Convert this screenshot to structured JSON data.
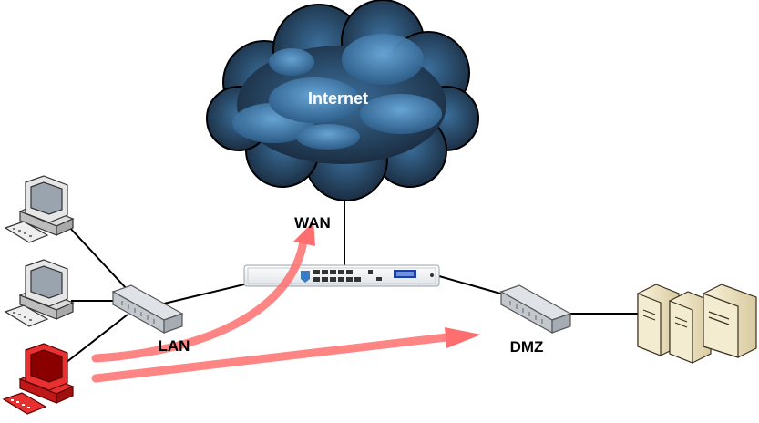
{
  "labels": {
    "internet": "Internet",
    "wan": "WAN",
    "lan": "LAN",
    "dmz": "DMZ"
  },
  "colors": {
    "cloud_dark": "#1c2c3c",
    "cloud_light": "#4a8cc4",
    "attacker_pc": "#e01010",
    "arrow": "#ff7a7a",
    "server_body": "#f0e6c8",
    "line": "#000000"
  },
  "icons": {
    "cloud": "cloud-icon",
    "firewall": "firewall-appliance-icon",
    "switch": "network-switch-icon",
    "pc": "desktop-computer-icon",
    "server": "server-tower-icon"
  }
}
